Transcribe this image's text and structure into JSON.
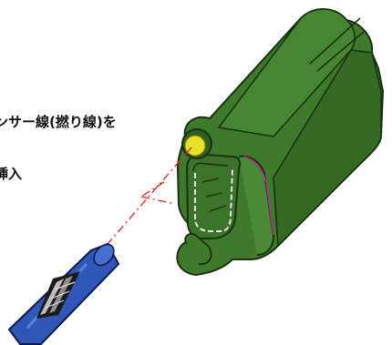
{
  "callout": {
    "line1": "ンサー線(撚り線)を",
    "line2": "挿入"
  },
  "colors": {
    "profile_fill": "#3f7a2c",
    "profile_outline": "#1a3110",
    "profile_highlight": "#2f5f22",
    "sensor_wire": "#e6e22a",
    "tube_fill": "#2f56b8",
    "tube_outline": "#0c1a4a",
    "guide_line": "#d93030",
    "seal_edge": "#b03090"
  },
  "icons": {
    "profile": "rubber-seal-profile",
    "tube": "insertion-tube",
    "wire": "sensor-wire"
  }
}
